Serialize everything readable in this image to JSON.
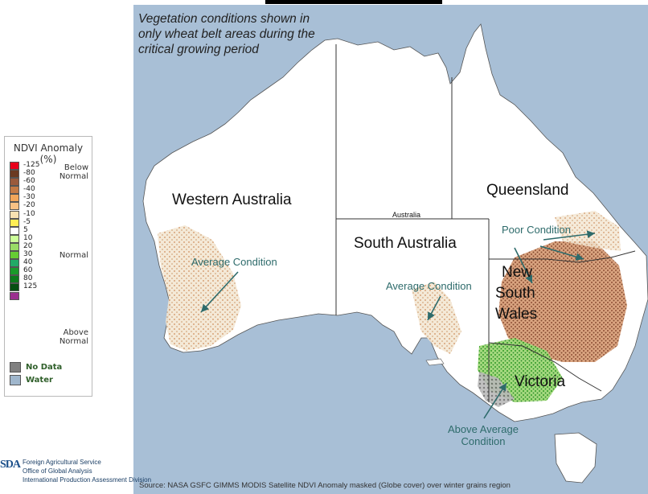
{
  "annotation": {
    "lines": [
      "Vegetation conditions shown in",
      "only wheat belt areas during the",
      "critical growing period"
    ]
  },
  "states": {
    "western_australia": "Western Australia",
    "queensland": "Queensland",
    "south_australia": "South Australia",
    "nsw_line1": "New",
    "nsw_line2": "South",
    "nsw_line3": "Wales",
    "victoria": "Victoria",
    "australia_label": "Australia"
  },
  "conditions": {
    "wa": "Average Condition",
    "sa": "Average Condition",
    "qld": "Poor Condition",
    "vic_line1": "Above Average",
    "vic_line2": "Condition"
  },
  "legend": {
    "title": "NDVI Anomaly (%)",
    "classes": [
      {
        "label": "-125",
        "color": "#e8001a"
      },
      {
        "label": "-80",
        "color": "#6b3a22"
      },
      {
        "label": "-60",
        "color": "#9a5a3c"
      },
      {
        "label": "-40",
        "color": "#c47a45"
      },
      {
        "label": "-30",
        "color": "#f2a65a"
      },
      {
        "label": "-20",
        "color": "#f7c184"
      },
      {
        "label": "-10",
        "color": "#f7e1b2"
      },
      {
        "label": "-5",
        "color": "#ffee55"
      },
      {
        "label": "5",
        "color": "#ffffff"
      },
      {
        "label": "10",
        "color": "#ccff99"
      },
      {
        "label": "20",
        "color": "#99dd66"
      },
      {
        "label": "30",
        "color": "#66cc33"
      },
      {
        "label": "40",
        "color": "#22aa66"
      },
      {
        "label": "60",
        "color": "#1a9a2a"
      },
      {
        "label": "80",
        "color": "#0c7a1c"
      },
      {
        "label": "125",
        "color": "#064f12"
      },
      {
        "label": "",
        "color": "#9b2f8f"
      }
    ],
    "below": [
      "Below",
      "Normal"
    ],
    "normal": "Normal",
    "above": [
      "Above",
      "Normal"
    ],
    "no_data": "No Data",
    "water": "Water",
    "no_data_color": "#808080",
    "water_color": "#9fb6cc"
  },
  "logo": {
    "mark": "SDA",
    "line1": "Foreign Agricultural Service",
    "line2": "Office of Global Analysis",
    "line3": "International Production Assessment Division"
  },
  "source": "Source: NASA GSFC GIMMS MODIS Satellite  NDVI Anomaly masked (Globe cover) over winter grains region",
  "colors": {
    "ocean": "#a8bfd6",
    "land": "#ffffff",
    "border": "#333333",
    "arrow": "#2e6b6b"
  }
}
